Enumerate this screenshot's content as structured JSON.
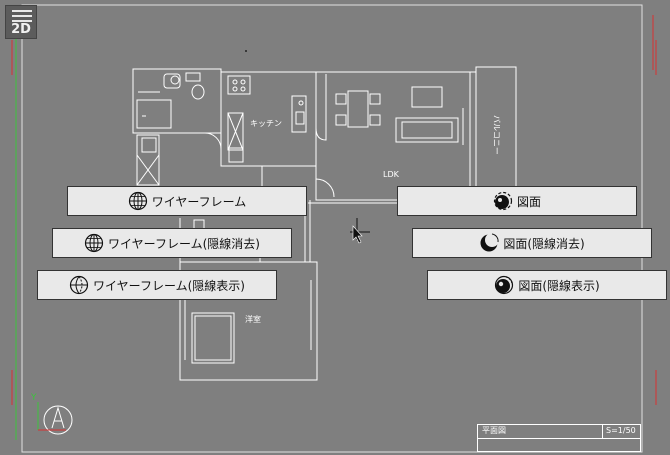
{
  "menu": {
    "mode_label": "2D"
  },
  "plan": {
    "room_labels": {
      "kitchen": "キッチン",
      "ldk": "LDK",
      "balcony": "バルコニー",
      "bedroom": "洋室"
    },
    "title_block": {
      "drawing_name": "平面図",
      "scale": "S=1/50"
    }
  },
  "axis": {
    "y_label": "Y"
  },
  "view_modes": {
    "left": [
      {
        "label": "ワイヤーフレーム",
        "icon": "wireframe-globe-icon"
      },
      {
        "label": "ワイヤーフレーム(隠線消去)",
        "icon": "wireframe-globe-icon"
      },
      {
        "label": "ワイヤーフレーム(隠線表示)",
        "icon": "wireframe-hidden-globe-icon"
      }
    ],
    "right": [
      {
        "label": "図面",
        "icon": "drawing-sphere-icon"
      },
      {
        "label": "図面(隠線消去)",
        "icon": "drawing-crescent-icon"
      },
      {
        "label": "図面(隠線表示)",
        "icon": "drawing-hidden-sphere-icon"
      }
    ]
  },
  "colors": {
    "background": "#7f7f7f",
    "lines": "#ffffff",
    "guide_red": "#d83030",
    "guide_green": "#3cc33c"
  }
}
